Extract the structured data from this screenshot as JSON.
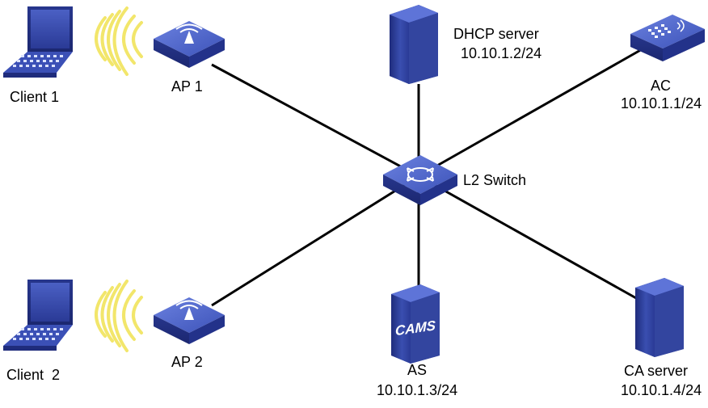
{
  "colors": {
    "device_blue": "#2d3fa0",
    "device_light": "#5e74d8",
    "link": "#000000",
    "wifi_wave": "#f2e66b"
  },
  "nodes": {
    "client1": {
      "label": "Client 1",
      "icon": "laptop-icon"
    },
    "client2": {
      "label": "Client  2",
      "icon": "laptop-icon"
    },
    "ap1": {
      "label": "AP 1",
      "icon": "access-point-icon"
    },
    "ap2": {
      "label": "AP 2",
      "icon": "access-point-icon"
    },
    "dhcp": {
      "label": "DHCP server",
      "ip": "10.10.1.2/24",
      "icon": "server-icon"
    },
    "ac": {
      "label": "AC",
      "ip": "10.10.1.1/24",
      "icon": "access-controller-icon"
    },
    "switch": {
      "label": "L2 Switch",
      "icon": "switch-icon"
    },
    "as": {
      "label": "AS",
      "ip": "10.10.1.3/24",
      "icon": "server-icon",
      "badge": "CAMS"
    },
    "ca": {
      "label": "CA server",
      "ip": "10.10.1.4/24",
      "icon": "server-icon"
    }
  },
  "links": [
    {
      "from": "switch",
      "to": "ap1"
    },
    {
      "from": "switch",
      "to": "ap2"
    },
    {
      "from": "switch",
      "to": "dhcp"
    },
    {
      "from": "switch",
      "to": "ac"
    },
    {
      "from": "switch",
      "to": "as"
    },
    {
      "from": "switch",
      "to": "ca"
    }
  ],
  "wireless": [
    {
      "from": "ap1",
      "to": "client1"
    },
    {
      "from": "ap2",
      "to": "client2"
    }
  ]
}
